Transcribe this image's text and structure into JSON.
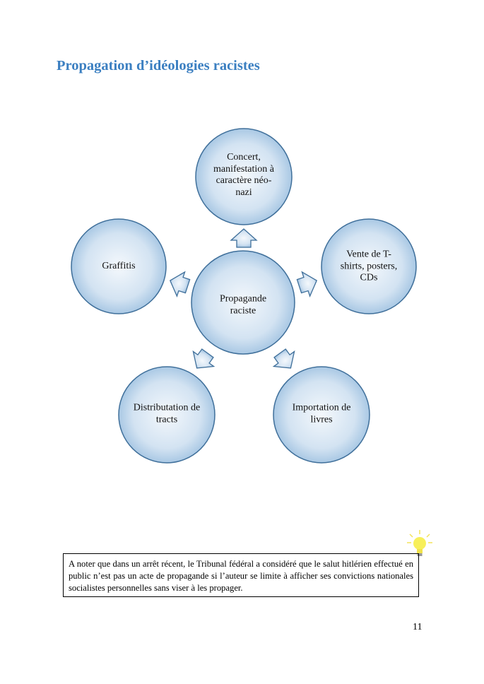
{
  "title": "Propagation d’idéologies racistes",
  "diagram": {
    "center": "Propagande raciste",
    "nodes": [
      "Concert, manifestation à caractère néo-nazi",
      "Vente de T-shirts, posters, CDs",
      "Importation de livres",
      "Distributation de tracts",
      "Graffitis"
    ]
  },
  "note": "A noter que dans un arrêt récent, le Tribunal fédéral a considéré que le salut hitlérien effectué en public n’est pas un acte de propagande si l’auteur se limite à afficher ses convictions nationales socialistes personnelles sans viser à les propager.",
  "page_number": "11",
  "colors": {
    "title": "#3b7fc1",
    "circle_border": "#3f6f9a",
    "circle_fill": "#b9d3ea"
  }
}
